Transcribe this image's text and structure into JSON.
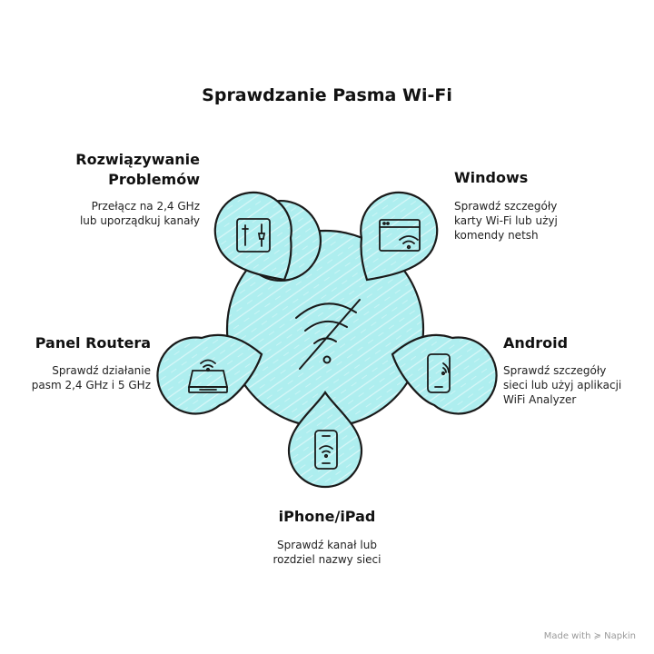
{
  "title": "Sprawdzanie Pasma Wi-Fi",
  "colors": {
    "fill": "#aeeeef",
    "stroke": "#1a1a1a"
  },
  "nodes": {
    "troubleshooting": {
      "heading": "Rozwiązywanie\nProblemów",
      "text": "Przełącz na 2,4 GHz\nlub uporządkuj kanały",
      "icon": "tools-icon"
    },
    "windows": {
      "heading": "Windows",
      "text": "Sprawdź szczegóły\nkarty Wi-Fi lub użyj\nkomendy netsh",
      "icon": "browser-wifi-icon"
    },
    "android": {
      "heading": "Android",
      "text": "Sprawdź szczegóły\nsieci lub użyj aplikacji\nWiFi Analyzer",
      "icon": "phone-wifi-icon"
    },
    "iphone": {
      "heading": "iPhone/iPad",
      "text": "Sprawdź kanał lub\nrozdziel nazwy sieci",
      "icon": "smartphone-wifi-icon"
    },
    "router": {
      "heading": "Panel Routera",
      "text": "Sprawdź działanie\npasm 2,4 GHz i 5 GHz",
      "icon": "router-icon"
    }
  },
  "center_icon": "wifi-off-icon",
  "footer": "Made with ≽ Napkin"
}
